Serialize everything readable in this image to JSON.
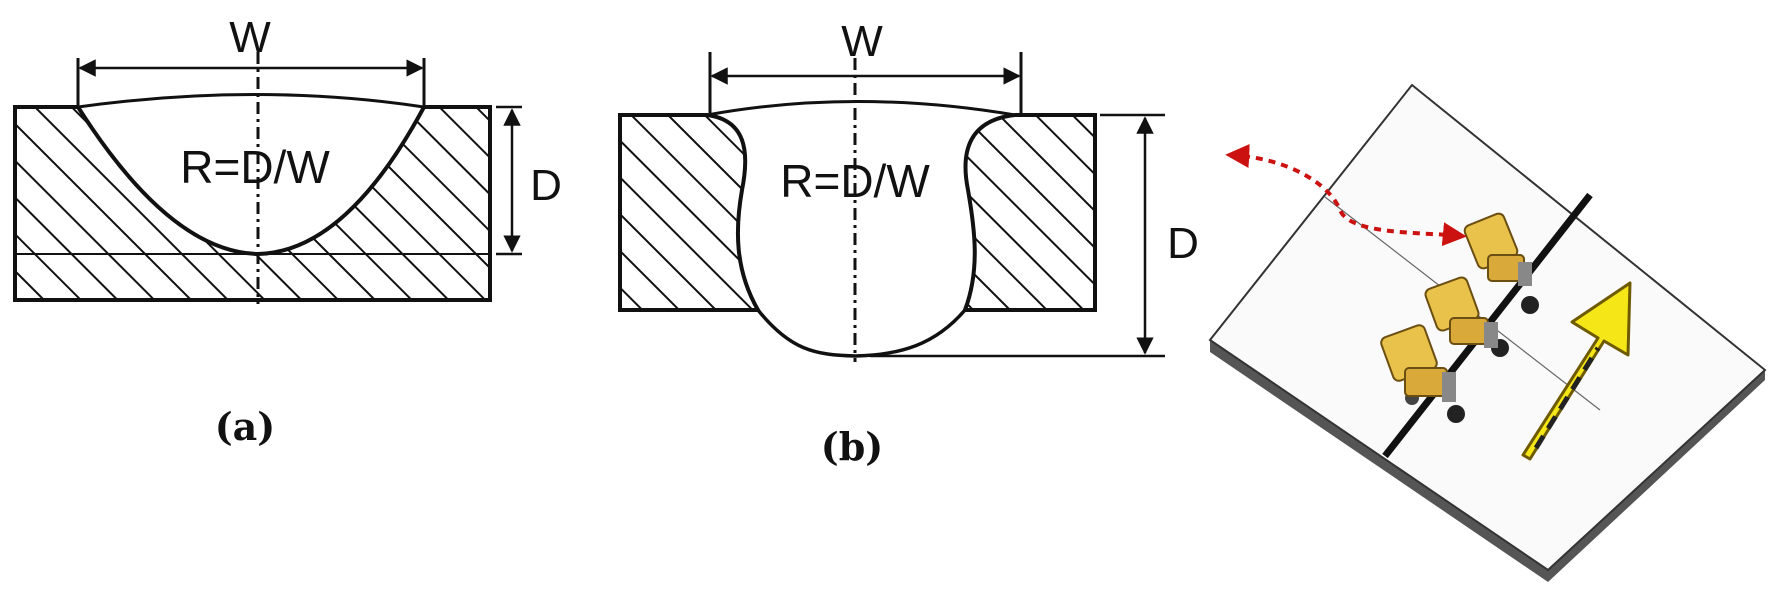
{
  "panel_a": {
    "width_label": "W",
    "depth_label": "D",
    "ratio_label": "R=D/W",
    "caption": "(a)"
  },
  "panel_b": {
    "width_label": "W",
    "depth_label": "D",
    "ratio_label": "R=D/W",
    "caption": "(b)"
  },
  "panel_c": {
    "tool_color": "#e8c24a",
    "arrow_color": "#f5e618",
    "link_color": "#cc1111"
  }
}
